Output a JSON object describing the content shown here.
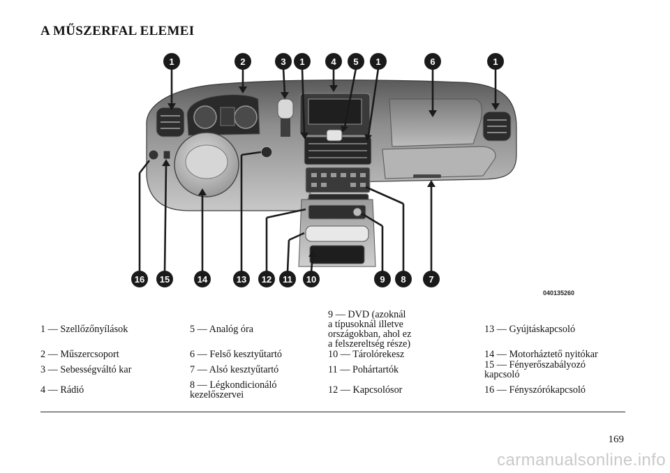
{
  "page": {
    "title": "A MŰSZERFAL ELEMEI",
    "page_number": "169",
    "watermark": "carmanualsonline.info"
  },
  "figure": {
    "image_code": "040135260",
    "top_callouts": [
      "1",
      "2",
      "3",
      "1",
      "4",
      "5",
      "1",
      "6",
      "1"
    ],
    "bottom_callouts": [
      "16",
      "15",
      "14",
      "13",
      "12",
      "11",
      "10",
      "9",
      "8",
      "7"
    ]
  },
  "legend": {
    "rows": [
      [
        "1 — Szellőzőnyílások",
        "5 — Analóg óra",
        "9 — DVD (azoknál\na típusoknál illetve\nországokban, ahol ez\na felszereltség része)",
        "13 — Gyújtáskapcsoló"
      ],
      [
        "2 — Műszercsoport",
        "6 — Felső kesztyűtartó",
        "10 — Tárolórekesz",
        "14 — Motorháztető nyitókar"
      ],
      [
        "3 — Sebességváltó kar",
        "7 — Alsó kesztyűtartó",
        "11 — Pohártartók",
        "15 — Fényerőszabályozó\nkapcsoló"
      ],
      [
        "4 — Rádió",
        "8 — Légkondicionáló\nkezelőszervei",
        "12 — Kapcsolósor",
        "16 — Fényszórókapcsoló"
      ]
    ]
  }
}
